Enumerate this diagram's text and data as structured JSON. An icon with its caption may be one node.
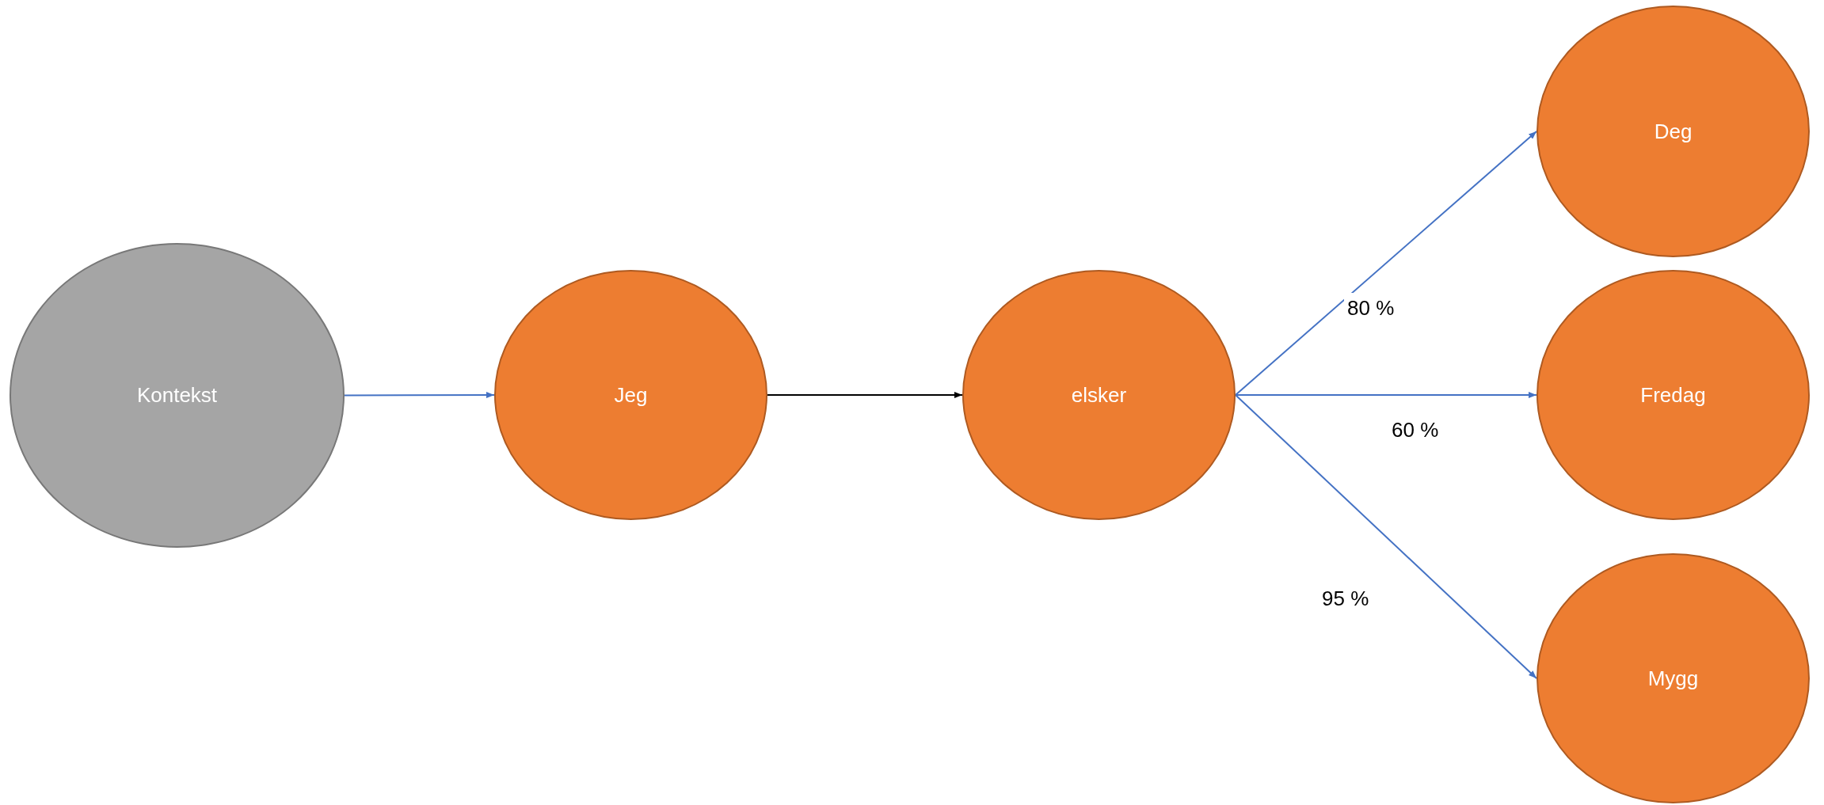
{
  "diagram": {
    "nodes": [
      {
        "text": [
          "Kontekst"
        ]
      },
      {
        "text": [
          "Jeg"
        ]
      },
      {
        "text": [
          "elsker"
        ]
      },
      {
        "text": [
          "Deg"
        ]
      },
      {
        "text": [
          "Fredag"
        ]
      },
      {
        "text": [
          "Mygg"
        ]
      }
    ],
    "edges": [
      {
        "from": 0,
        "to": 1,
        "arrow": "to"
      },
      {
        "from": 1,
        "to": 2,
        "arrow": "to",
        "color": "#000000"
      },
      {
        "from": 2,
        "to": 3,
        "arrow": "to",
        "label": "80 %"
      },
      {
        "from": 2,
        "to": 4,
        "arrow": "to",
        "label": "60 %"
      },
      {
        "from": 2,
        "to": 5,
        "arrow": "to",
        "label": "95 %"
      }
    ]
  }
}
